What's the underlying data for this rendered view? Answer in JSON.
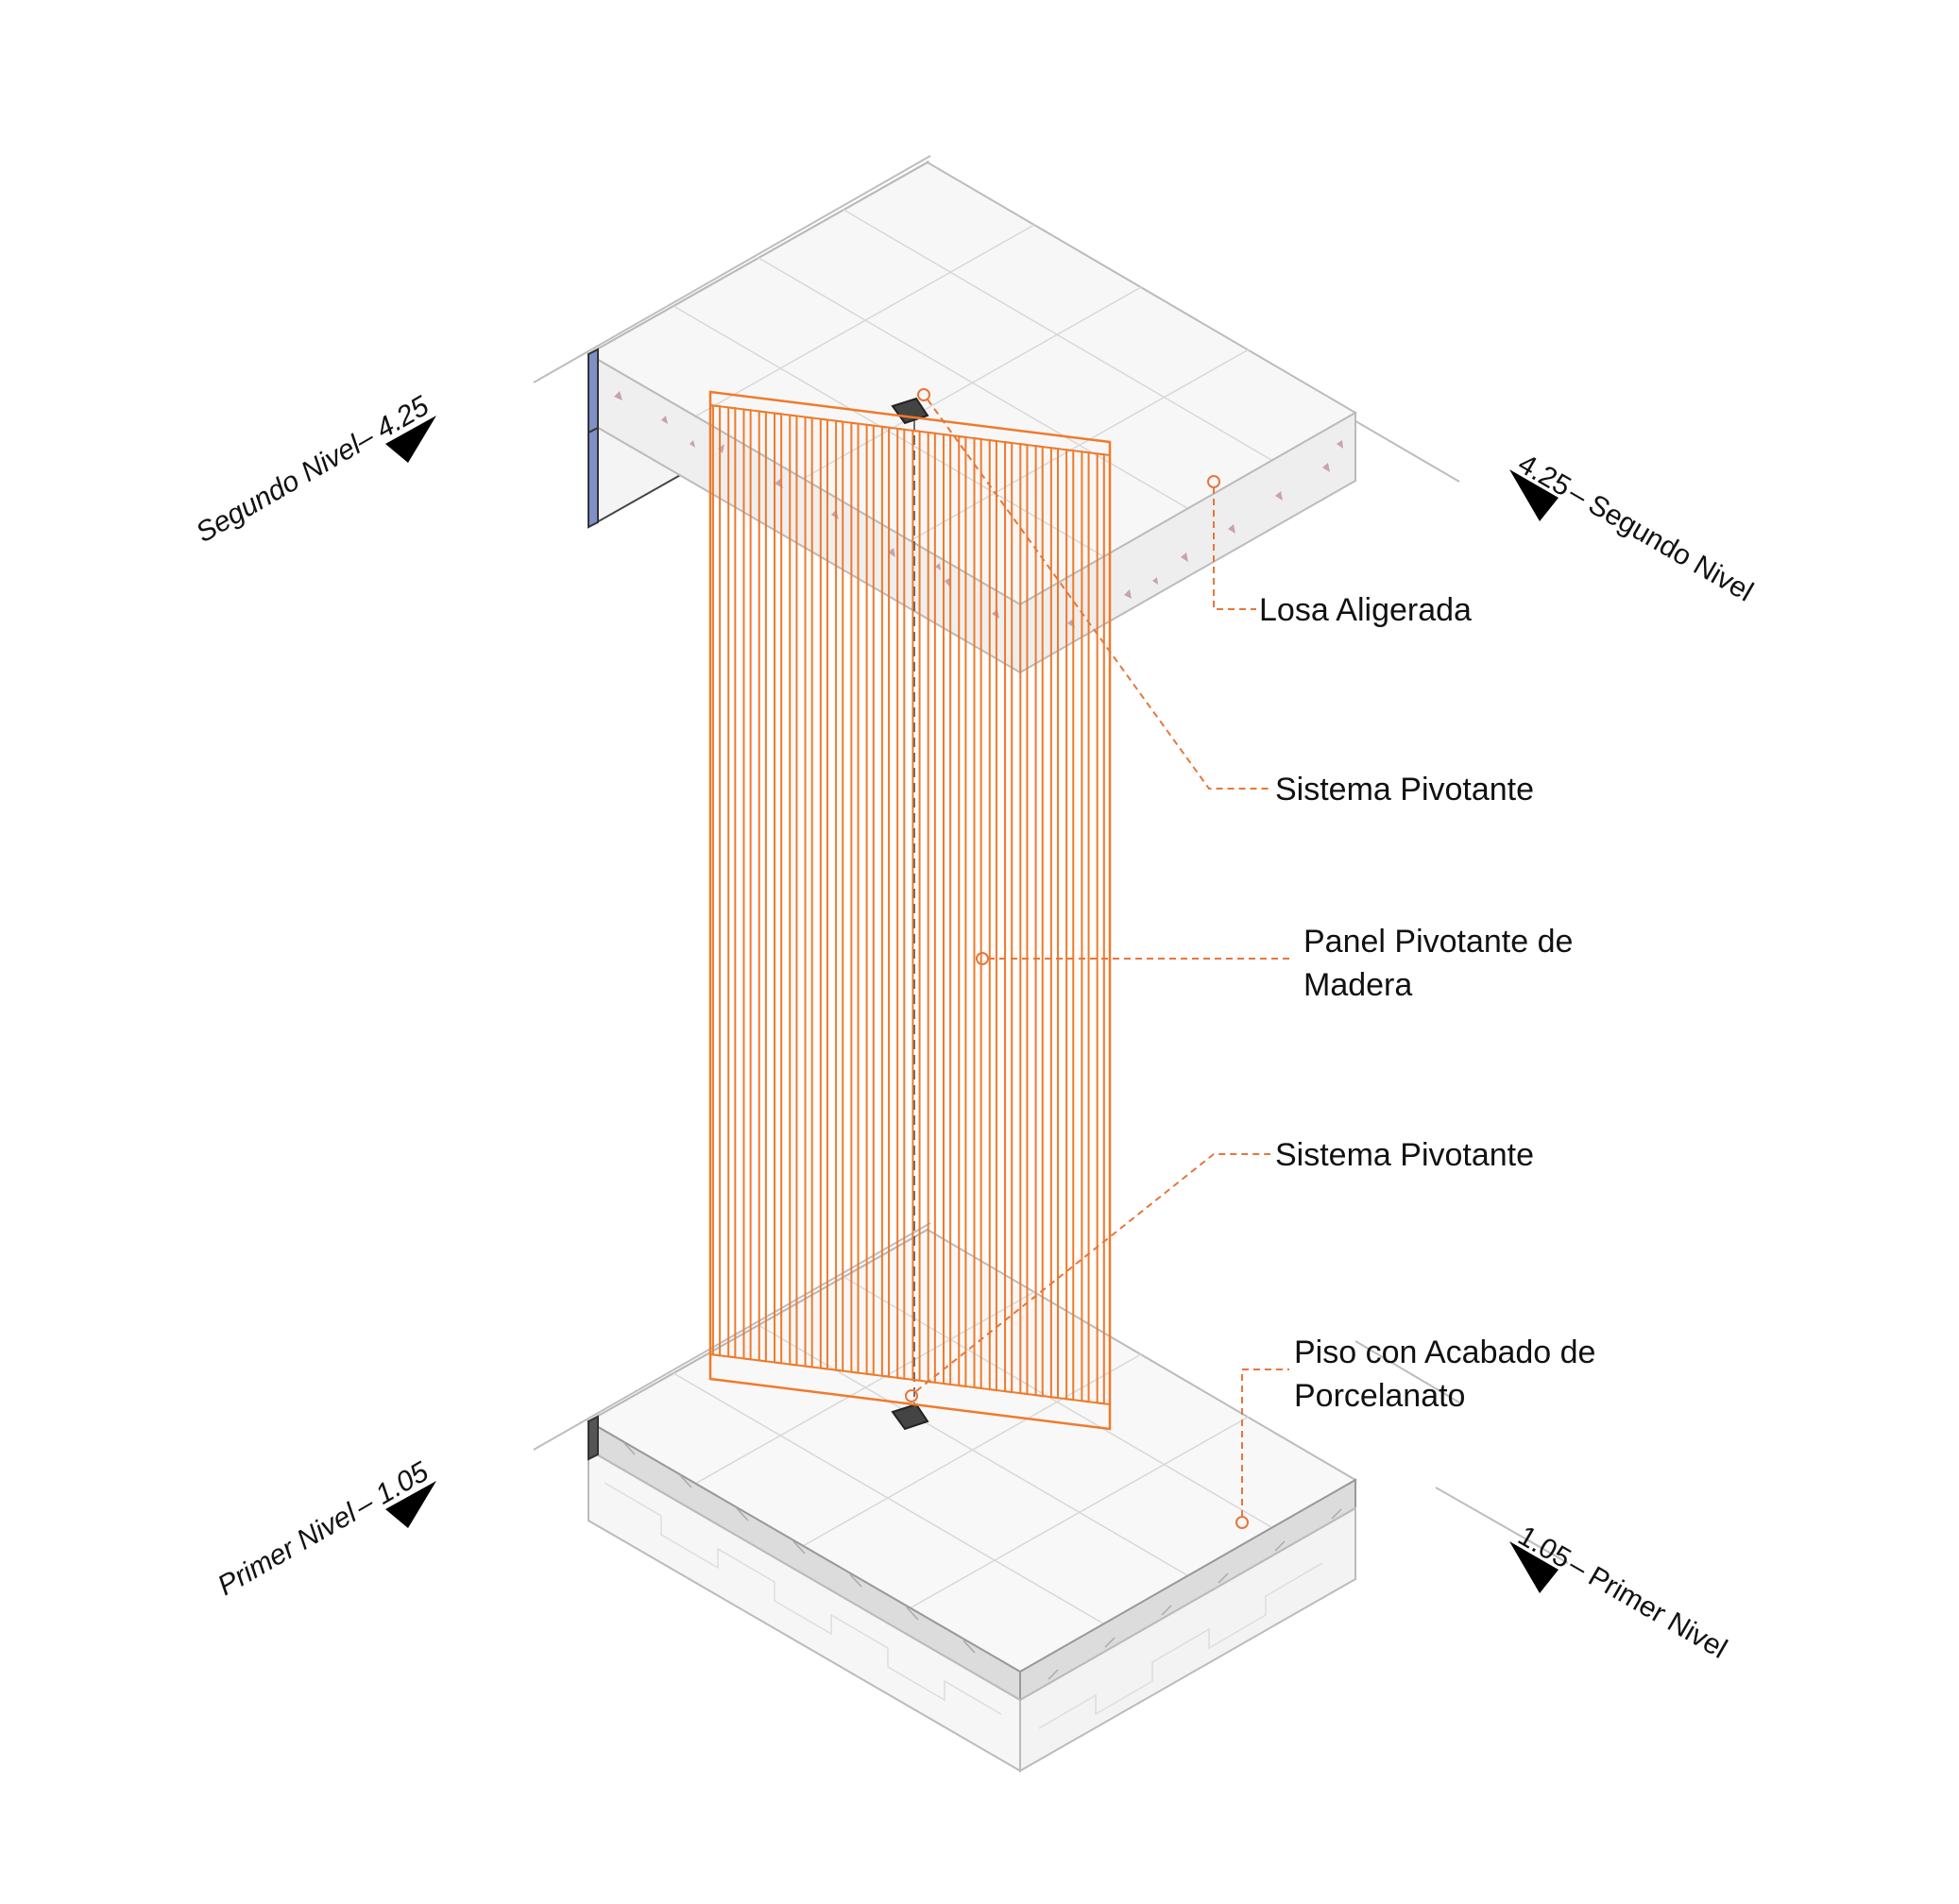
{
  "levels": {
    "top_left": {
      "name": "Segundo Nivel",
      "value": "4.25"
    },
    "top_right": {
      "name": "Segundo Nivel",
      "value": "4.25"
    },
    "bottom_left": {
      "name": "Primer Nivel",
      "value": "1.05"
    },
    "bottom_right": {
      "name": "Primer Nivel",
      "value": "1.05"
    }
  },
  "labels": {
    "losa": "Losa Aligerada",
    "pivot_top": "Sistema Pivotante",
    "panel_line1": "Panel Pivotante de",
    "panel_line2": "Madera",
    "pivot_bottom": "Sistema Pivotante",
    "piso_line1": "Piso con Acabado de",
    "piso_line2": "Porcelanato"
  },
  "colors": {
    "panel": "#F07A2A",
    "leader": "#E8763A",
    "wall": "#7F8FC8",
    "slab_edge": "#B9B9B9",
    "concrete_fleck": "#C8A0A8"
  }
}
